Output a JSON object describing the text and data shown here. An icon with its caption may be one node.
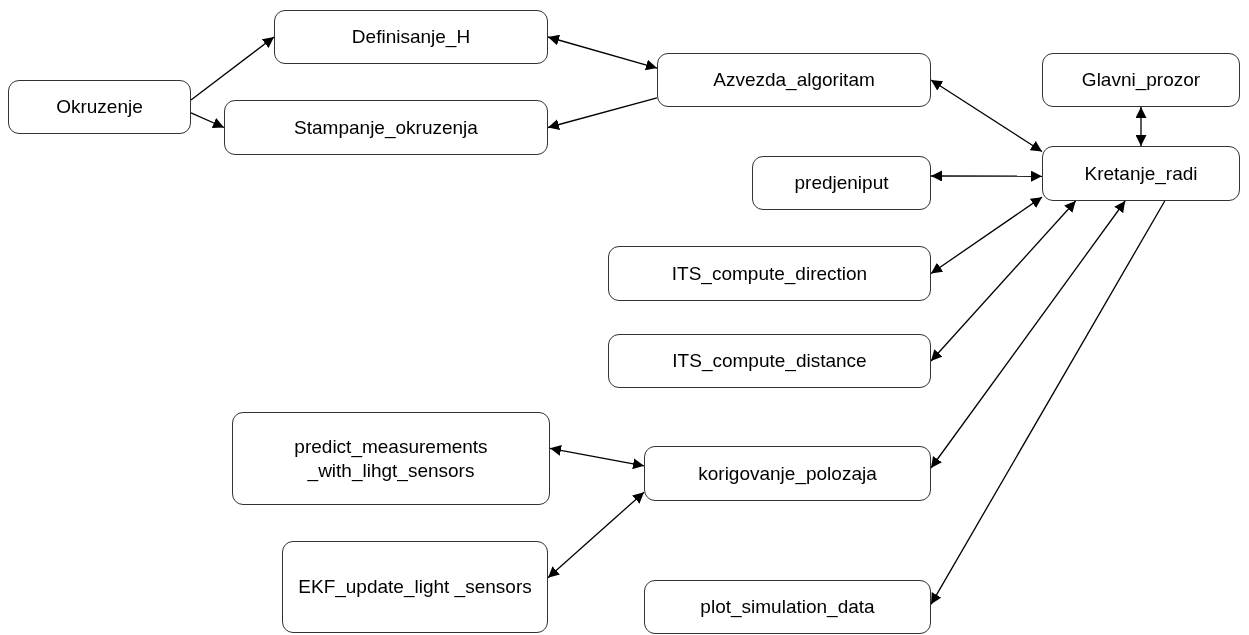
{
  "diagram": {
    "nodes": [
      {
        "text": [
          "Okruzenje"
        ]
      },
      {
        "text": [
          "Definisanje_H"
        ]
      },
      {
        "text": [
          "Stampanje_okruzenja"
        ]
      },
      {
        "text": [
          "Azvezda_algoritam"
        ]
      },
      {
        "text": [
          "Glavni_prozor"
        ]
      },
      {
        "text": [
          "Kretanje_radi"
        ]
      },
      {
        "text": [
          "predjeniput"
        ]
      },
      {
        "text": [
          "ITS_compute_direction"
        ]
      },
      {
        "text": [
          "ITS_compute_distance"
        ]
      },
      {
        "text": [
          "predict_measurements _with_lihgt_sensors"
        ]
      },
      {
        "text": [
          "korigovanje_polozaja"
        ]
      },
      {
        "text": [
          "EKF_update_light _sensors"
        ]
      },
      {
        "text": [
          "plot_simulation_data"
        ]
      }
    ],
    "edges": [
      {
        "from": 0,
        "to": 1,
        "arrow": "to"
      },
      {
        "from": 0,
        "to": 2,
        "arrow": "to"
      },
      {
        "from": 1,
        "to": 3,
        "arrow": "both"
      },
      {
        "from": 3,
        "to": 2,
        "arrow": "to"
      },
      {
        "from": 3,
        "to": 5,
        "arrow": "both"
      },
      {
        "from": 4,
        "to": 5,
        "arrow": "both"
      },
      {
        "from": 6,
        "to": 5,
        "arrow": "both"
      },
      {
        "from": 7,
        "to": 5,
        "arrow": "both"
      },
      {
        "from": 8,
        "to": 5,
        "arrow": "both"
      },
      {
        "from": 10,
        "to": 5,
        "arrow": "both"
      },
      {
        "from": 5,
        "to": 12,
        "arrow": "to"
      },
      {
        "from": 9,
        "to": 10,
        "arrow": "both"
      },
      {
        "from": 11,
        "to": 10,
        "arrow": "both"
      }
    ]
  }
}
